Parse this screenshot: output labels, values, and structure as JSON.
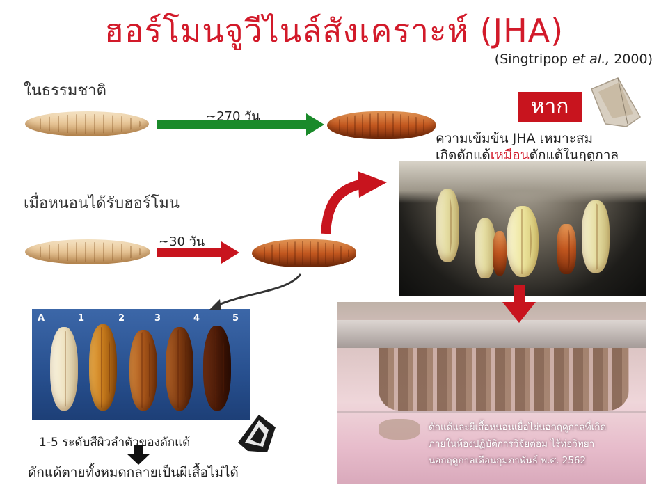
{
  "title": "ฮอร์โมนจูวีไนล์สังเคราะห์ (JHA)",
  "citation": {
    "open": "(Singtripop",
    "etal": "et al.,",
    "year": "2000)"
  },
  "rows": [
    {
      "label": "ในธรรมชาติ",
      "duration": "~270 วัน",
      "arrow_color": "#1a8a2a"
    },
    {
      "label": "เมื่อหนอนได้รับฮอร์โมน",
      "duration": "~30 วัน",
      "arrow_color": "#c8141e"
    }
  ],
  "condition": {
    "badge": "หาก",
    "line1": "ความเข้มข้น JHA เหมาะสม",
    "line2_before": "เกิดดักแด้",
    "line2_highlight": "เหมือน",
    "line2_after": "ดักแด้ในฤดูกาล"
  },
  "stages_photo": {
    "labels": [
      "A",
      "1",
      "2",
      "3",
      "4",
      "5"
    ],
    "caption": "1-5 ระดับสีผิวลำตัวของดักแด้"
  },
  "outcome_bad": "ดักแด้ตายทั้งหมดกลายเป็นผีเสื้อไม่ได้",
  "lab_caption": [
    "ดักแด้และผีเสื้อหนอนเยื่อไผ่นอกฤดูกาลที่เกิด",
    "ภายในห้องปฏิบัติการวิจัยต่อม ไร้ท่อวิทยา",
    "นอกฤดูกาลเดือนกุมภาพันธ์ พ.ศ. 2562"
  ],
  "colors": {
    "title": "#d21a2a",
    "green_arrow": "#1a8a2a",
    "red_arrow": "#c8141e",
    "highlight": "#d21a2a"
  },
  "icons": [
    "moth-icon",
    "moth-icon",
    "down-arrow-icon",
    "curved-arrow-icon"
  ]
}
